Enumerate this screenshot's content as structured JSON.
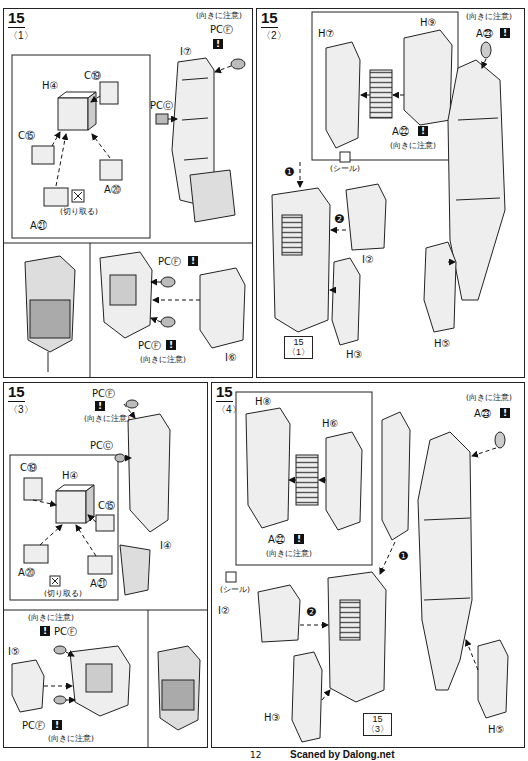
{
  "diagram": {
    "nodes": [
      {
        "text": [
          "15",
          "〈1〉"
        ]
      },
      {
        "text": [
          "15",
          "〈2〉"
        ]
      },
      {
        "text": [
          "15",
          "〈1〉"
        ],
        "in": 1
      },
      {
        "text": [
          "15",
          "〈3〉"
        ]
      },
      {
        "text": [
          "15",
          "〈4〉"
        ]
      },
      {
        "text": [
          "15",
          "〈3〉"
        ],
        "in": 4
      }
    ],
    "labels": [
      "C⑲",
      "H④",
      "C⑮",
      "A⑳",
      "A㉑",
      "(切り取る)",
      "(向きに注意)",
      "PCⒻ",
      "!",
      "I⑦",
      "PCⒸ",
      "PCⒻ",
      "!",
      "I⑥",
      "PCⒻ",
      "!",
      "(向きに注意)",
      "H⑦",
      "H⑨",
      "A㉒",
      "!",
      "(向きに注意)",
      "(向きに注意)",
      "A㉓",
      "!",
      "❶",
      "(シール)",
      "❷",
      "I②",
      "H③",
      "H⑤",
      "PCⒻ",
      "!",
      "(向きに注意)",
      "PCⒸ",
      "C⑲",
      "H④",
      "C⑮",
      "A⑳",
      "A㉑",
      "(切り取る)",
      "I④",
      "(向きに注意)",
      "!",
      "PCⒻ",
      "I⑤",
      "PCⒻ",
      "!",
      "(向きに注意)",
      "H⑧",
      "H⑥",
      "A㉒",
      "!",
      "(向きに注意)",
      "(向きに注意)",
      "!",
      "A㉓",
      "❶",
      "(シール)",
      "I②",
      "❷",
      "H③",
      "H⑤",
      "12",
      "Scaned by Dalong.net"
    ]
  }
}
